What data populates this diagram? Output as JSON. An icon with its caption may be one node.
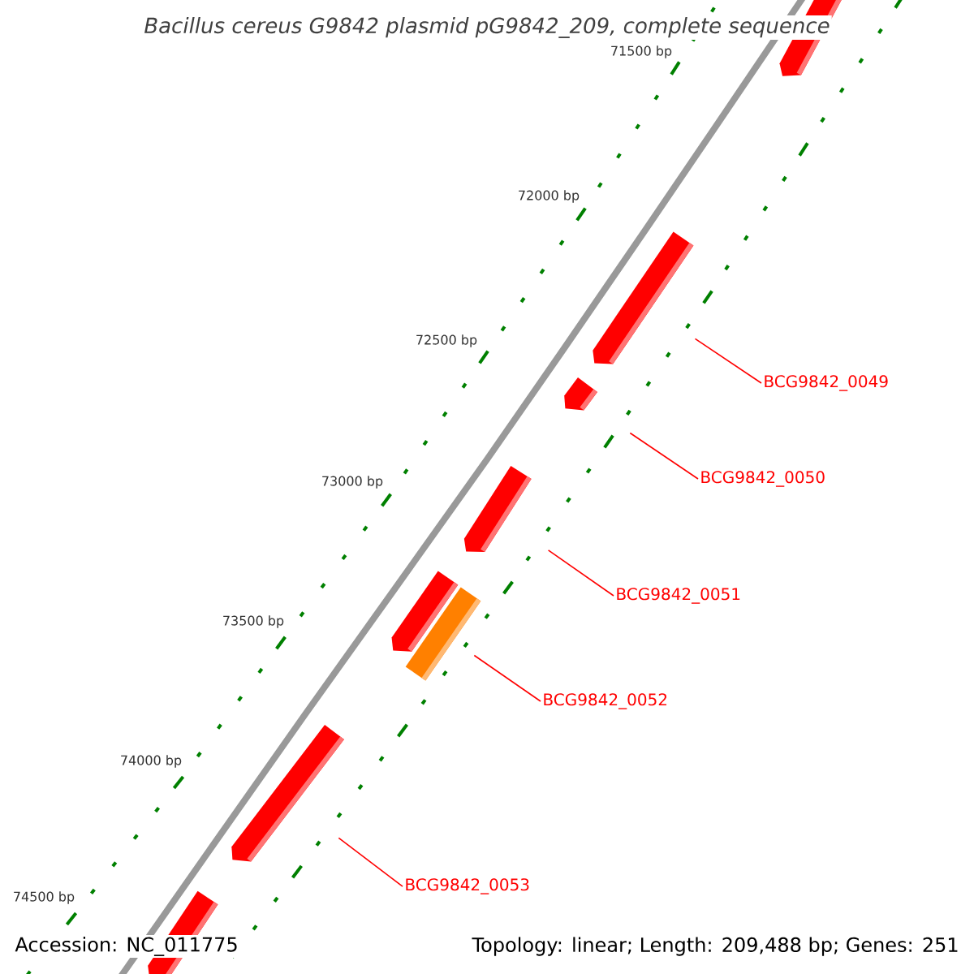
{
  "diagram": {
    "title": "Bacillus cereus G9842 plasmid pG9842_209, complete sequence",
    "nodes": [
      {
        "text": [],
        "shape": "arrow"
      },
      {
        "text": [],
        "shape": "arrow"
      },
      {
        "text": [],
        "shape": "arrow"
      },
      {
        "text": [],
        "shape": "arrow"
      },
      {
        "text": [],
        "shape": "arrow"
      },
      {
        "text": [],
        "shape": "bar"
      },
      {
        "text": [],
        "shape": "arrow"
      },
      {
        "text": [],
        "shape": "arrow"
      },
      {
        "text": [
          "BCG9842_0049"
        ]
      },
      {
        "text": [
          "BCG9842_0050"
        ]
      },
      {
        "text": [
          "BCG9842_0051"
        ]
      },
      {
        "text": [
          "BCG9842_0052"
        ]
      },
      {
        "text": [
          "BCG9842_0053"
        ]
      }
    ],
    "edges": [
      {
        "from": 8,
        "to": 1,
        "arrow": "none"
      },
      {
        "from": 9,
        "to": 2,
        "arrow": "none"
      },
      {
        "from": 10,
        "to": 3,
        "arrow": "none"
      },
      {
        "from": 11,
        "to": 5,
        "arrow": "none"
      },
      {
        "from": 12,
        "to": 6,
        "arrow": "none"
      }
    ],
    "labels": [
      "71500 bp",
      "72000 bp",
      "72500 bp",
      "73000 bp",
      "73500 bp",
      "74000 bp",
      "74500 bp",
      "Accession: NC_011775",
      "Topology: linear; Length: 209,488 bp; Genes: 251"
    ]
  }
}
